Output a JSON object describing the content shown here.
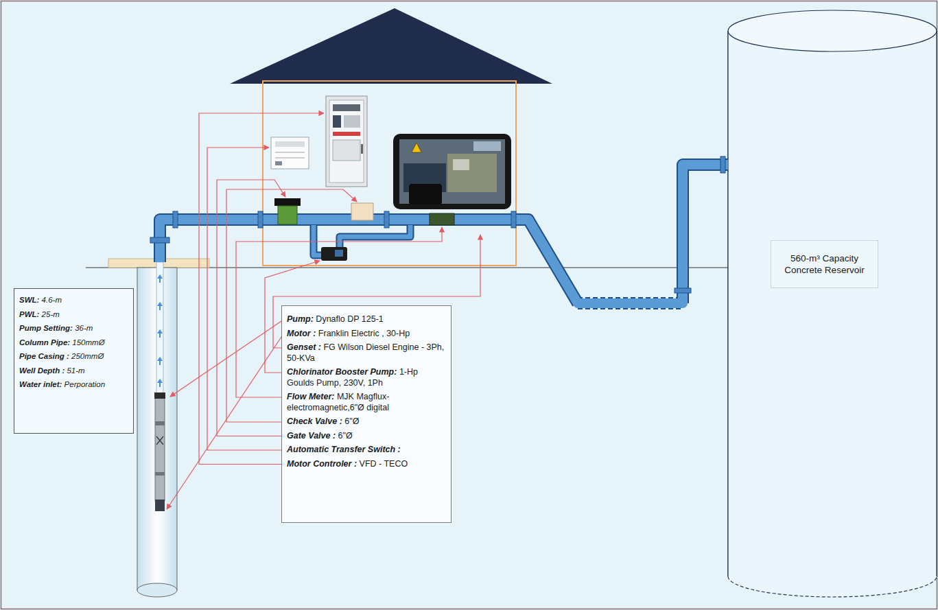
{
  "diagram": {
    "nodes": [
      {
        "text": [
          "SWL: 4.6-m",
          "PWL: 25-m",
          "Pump Setting: 36-m",
          "Column Pipe: 150mmØ",
          "Pipe Casing : 250mmØ",
          "Well Depth : 51-m",
          "Water inlet: Perporation"
        ]
      },
      {
        "text": [
          "Pump: Dynaflo DP 125-1",
          "Motor : Franklin Electric , 30-Hp",
          "Genset : FG Wilson Diesel Engine - 3Ph, 50-KVa",
          "Chlorinator Booster Pump: 1-Hp Goulds Pump, 230V, 1Ph",
          "Flow Meter: MJK Magflux-electromagnetic,6\"Ø digital",
          "Check Valve : 6\"Ø",
          "Gate Valve : 6\"Ø",
          "Automatic Transfer Switch :",
          "Motor Controler : VFD - TECO"
        ]
      },
      {
        "text": [
          "560-m³ Capacity Concrete Reservoir"
        ]
      }
    ]
  }
}
